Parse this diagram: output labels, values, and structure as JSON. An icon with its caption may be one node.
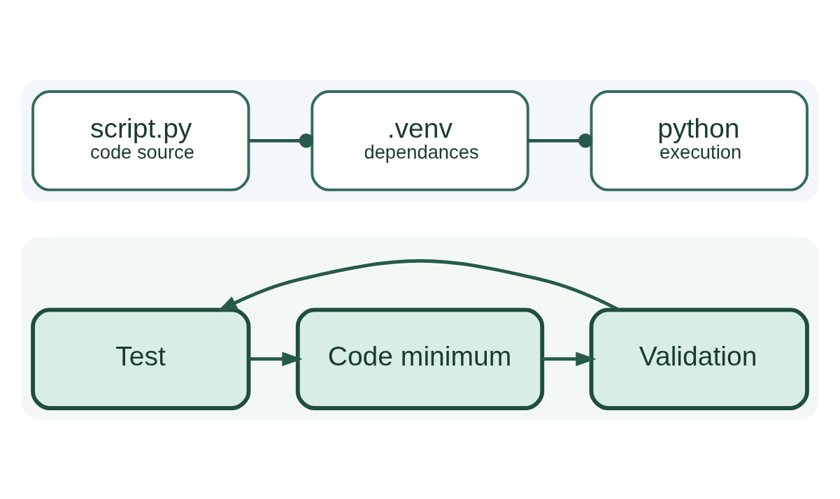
{
  "diagram": {
    "nodes": [
      {
        "text": [],
        "shape": "box"
      },
      {
        "text": [
          "script.py",
          "code source"
        ],
        "in": 0
      },
      {
        "text": [
          ".venv",
          "dependances"
        ],
        "in": 0
      },
      {
        "text": [
          "python",
          "execution"
        ],
        "in": 0
      },
      {
        "text": [],
        "shape": "box"
      },
      {
        "text": [
          "Test"
        ],
        "in": 4
      },
      {
        "text": [
          "Code minimum"
        ],
        "in": 4
      },
      {
        "text": [
          "Validation"
        ],
        "in": 4
      }
    ],
    "edges": [
      {
        "from": 1,
        "to": 2,
        "arrow": "other"
      },
      {
        "from": 2,
        "to": 3,
        "arrow": "other"
      },
      {
        "from": 5,
        "to": 6,
        "arrow": "to"
      },
      {
        "from": 6,
        "to": 7,
        "arrow": "to"
      },
      {
        "from": 7,
        "to": 5,
        "arrow": "to"
      }
    ]
  }
}
